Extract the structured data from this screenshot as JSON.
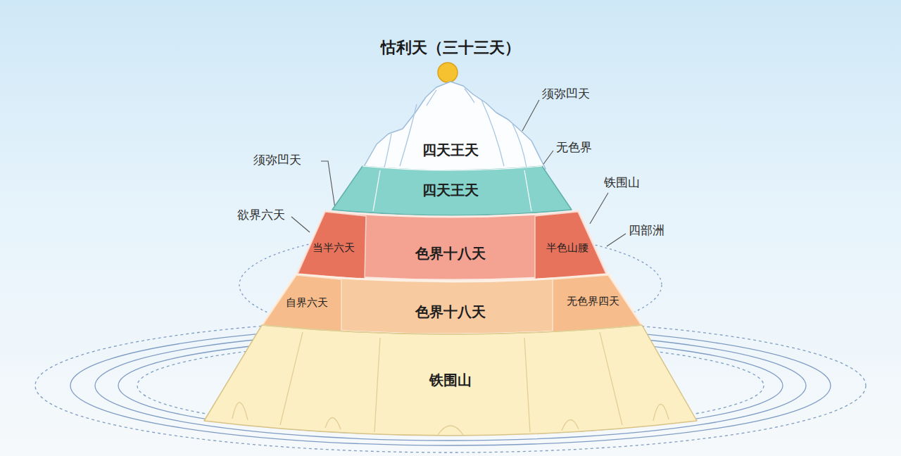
{
  "diagram": {
    "title": "怙利天（三十三天）",
    "nodes": [
      {
        "text": [
          "四天王天"
        ]
      },
      {
        "text": [
          "四天王天"
        ]
      },
      {
        "text": [
          "色界十八天"
        ]
      },
      {
        "text": [
          "当半六天"
        ],
        "in": 2
      },
      {
        "text": [
          "半色山腰"
        ],
        "in": 2
      },
      {
        "text": [
          "色界十八天"
        ]
      },
      {
        "text": [
          "自界六天"
        ],
        "in": 5
      },
      {
        "text": [
          "无色界四天"
        ],
        "in": 5
      },
      {
        "text": [
          "铁围山"
        ]
      }
    ],
    "labels": [
      "须弥凹天",
      "须弥凹天",
      "无色界",
      "铁围山",
      "欲界六天",
      "四部洲"
    ]
  }
}
